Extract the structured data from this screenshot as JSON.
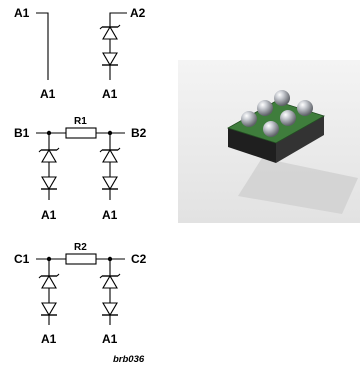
{
  "diagram": {
    "reference_code": "brb036",
    "circuit_a": {
      "left_pin": "A1",
      "left_ground": "A1",
      "right_pin": "A2",
      "right_ground": "A1"
    },
    "circuit_b": {
      "left_pin": "B1",
      "right_pin": "B2",
      "resistor": "R1",
      "left_ground": "A1",
      "right_ground": "A1"
    },
    "circuit_c": {
      "left_pin": "C1",
      "right_pin": "C2",
      "resistor": "R2",
      "left_ground": "A1",
      "right_ground": "A1"
    },
    "package_image": {
      "description_icon": "wlcsp-package-3d-icon",
      "colors": {
        "background": "#e9e9e9",
        "body": "#2a2a2a",
        "substrate": "#3b7a3b",
        "ball": "#b8bcc4",
        "shadow": "#d2d2d2"
      }
    }
  }
}
